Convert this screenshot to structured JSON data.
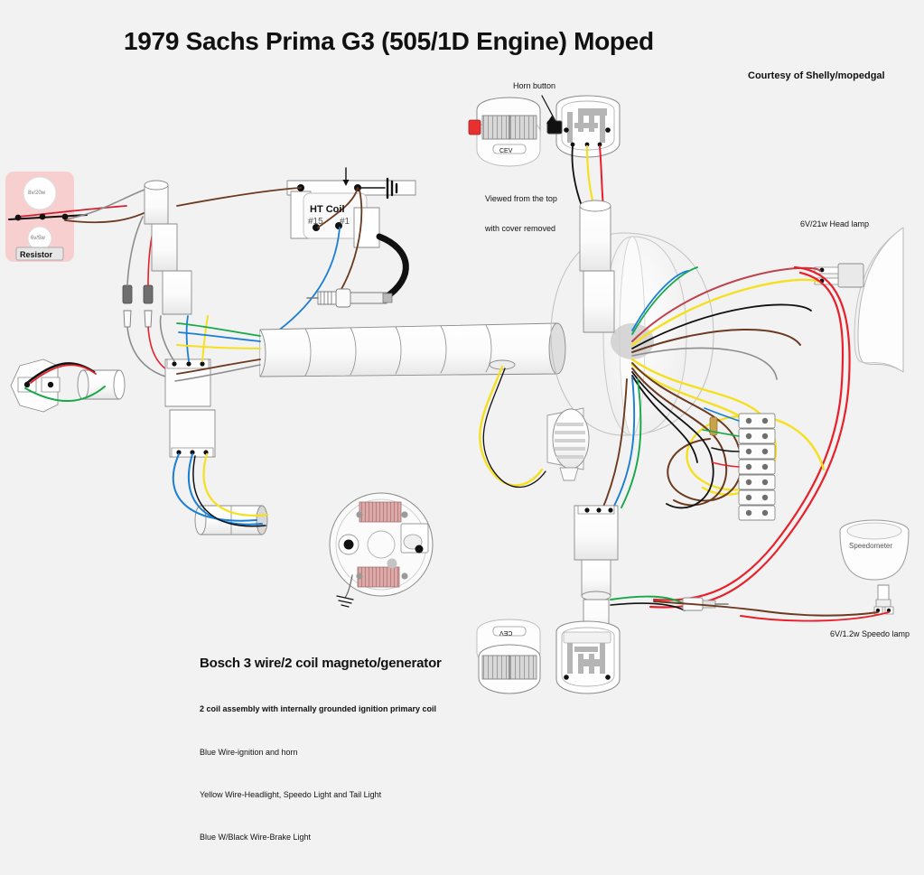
{
  "document": {
    "title": "1979 Sachs Prima G3 (505/1D Engine) Moped",
    "courtesy": "Courtesy of Shelly/mopedgal",
    "background_color": "#f2f2f2"
  },
  "annotations": {
    "horn_button": "Horn button",
    "view_note_line1": "Viewed from the top",
    "view_note_line2": "with cover removed",
    "head_lamp": "6V/21w Head lamp",
    "speedo_lamp": "6V/1.2w Speedo lamp",
    "speedometer": "Speedometer",
    "resistor": "Resistor",
    "resistor_bulb_top": "8v/20w",
    "resistor_bulb_bottom": "6v/5w",
    "ht_coil": "HT Coil",
    "ht_coil_terminal_15": "#15",
    "ht_coil_terminal_1": "#1",
    "switch_brand": "CEV"
  },
  "legend": {
    "heading": "Bosch 3 wire/2 coil magneto/generator",
    "subheading": "2 coil assembly with internally grounded ignition primary coil",
    "lines": [
      "Blue Wire-ignition and horn",
      "Yellow Wire-Headlight, Speedo Light and Tail Light",
      "Blue W/Black Wire-Brake Light"
    ]
  },
  "wire_colors": {
    "red": "#e8202a",
    "yellow": "#f5e020",
    "blue": "#1a7fd4",
    "green": "#17a84a",
    "brown": "#6b3a20",
    "black": "#111111",
    "gray": "#8d8d8d",
    "dark_red": "#a8303a"
  },
  "parts": {
    "resistor_fill": "#f7cfcf",
    "coil_fill": "#d9a0a0",
    "body_stroke": "#7a7a7a",
    "body_fill": "#ffffff"
  },
  "terminal_block": {
    "rows": 7,
    "contacts_per_row": 2
  }
}
